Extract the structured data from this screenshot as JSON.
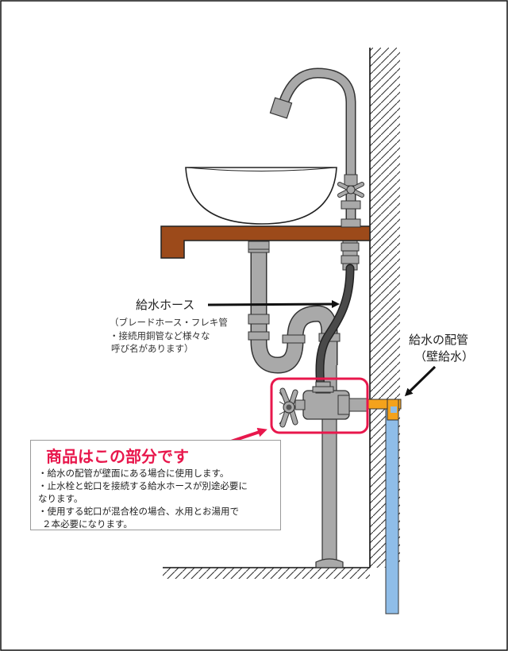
{
  "labels": {
    "hose_title": "給水ホース",
    "hose_notes": [
      "（ブレードホース・フレキ管",
      "・接続用銅管など様々な",
      "呼び名があります）"
    ],
    "pipe_title": "給水の配管",
    "pipe_subtitle": "（壁給水）"
  },
  "callout": {
    "headline": "商品はこの部分です",
    "lines": [
      "・給水の配管が壁面にある場合に使用します。",
      "・止水栓と蛇口を接続する給水ホースが別途必要に",
      "なります。",
      "・使用する蛇口が混合栓の場合、水用とお湯用で",
      "２本必要になります。"
    ]
  },
  "colors": {
    "highlight": "#e8174c",
    "pipe_gray": "#a9a9a9",
    "counter_brown": "#9c4a1a",
    "wall_pipe_blue": "#8fbde8",
    "wall_pipe_orange": "#f4a21c",
    "hose_dark": "#4a4a4a"
  }
}
